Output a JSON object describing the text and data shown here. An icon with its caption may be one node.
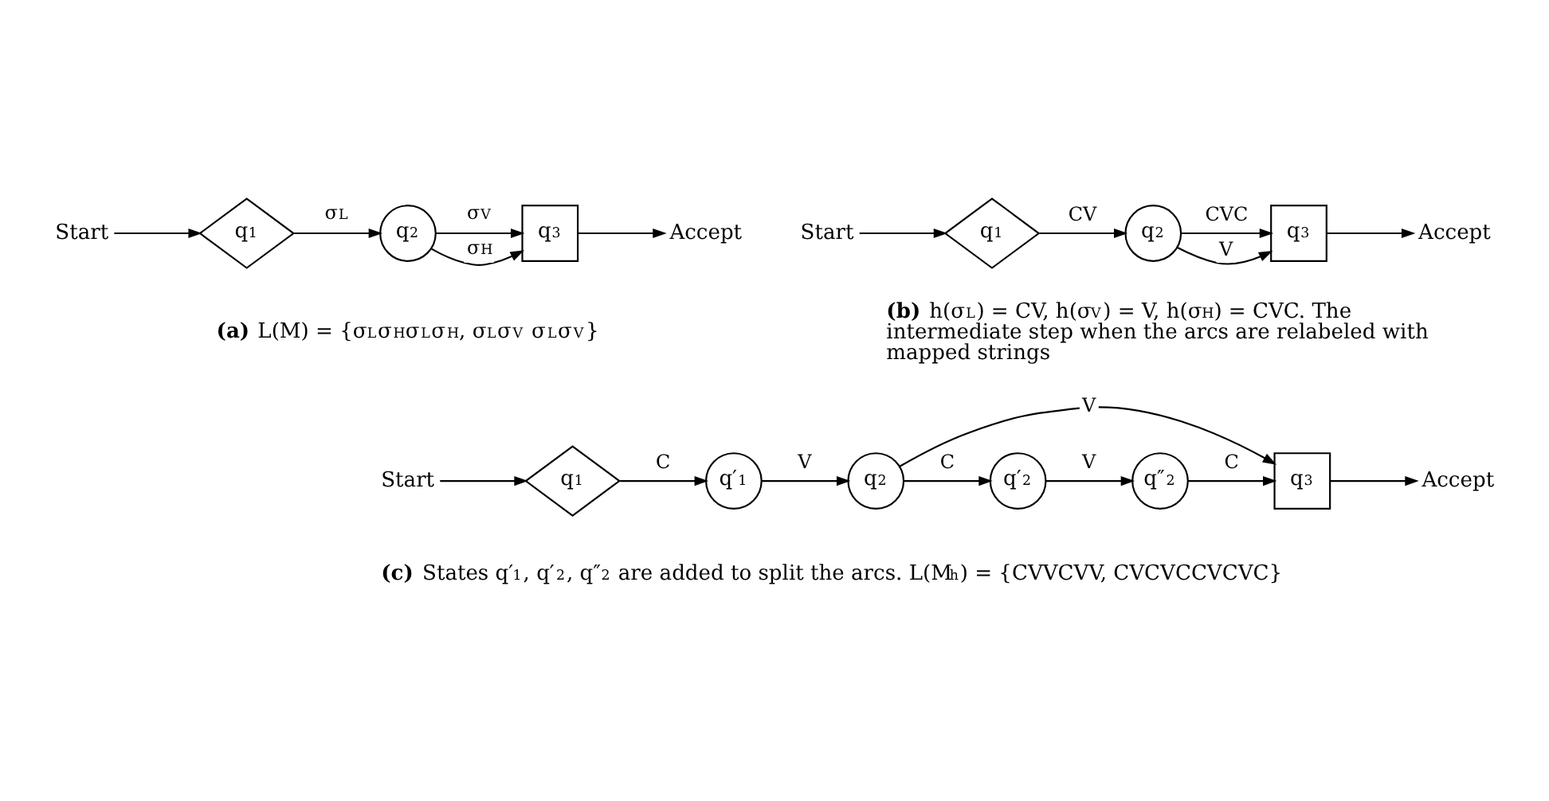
{
  "diagram": {
    "nodes": [
      {
        "text": [
          "Start"
        ]
      },
      {
        "text": [
          "q$_{1}$"
        ]
      },
      {
        "text": [
          "q$_{2}$"
        ]
      },
      {
        "text": [
          "q$_{3}$"
        ]
      },
      {
        "text": [
          "Accept"
        ]
      },
      {
        "text": [
          "Start"
        ]
      },
      {
        "text": [
          "q$_{1}$"
        ]
      },
      {
        "text": [
          "q$_{2}$"
        ]
      },
      {
        "text": [
          "q$_{3}$"
        ]
      },
      {
        "text": [
          "Accept"
        ]
      },
      {
        "text": [
          "Start"
        ]
      },
      {
        "text": [
          "q$_{1}$"
        ]
      },
      {
        "text": [
          "q′$_{1}$"
        ]
      },
      {
        "text": [
          "q$_{2}$"
        ]
      },
      {
        "text": [
          "q′$_{2}$"
        ]
      },
      {
        "text": [
          "q″$_{2}$"
        ]
      },
      {
        "text": [
          "q$_{3}$"
        ]
      },
      {
        "text": [
          "Accept"
        ]
      }
    ],
    "edges": [
      {
        "from": 0,
        "to": 1,
        "arrow": "to"
      },
      {
        "from": 1,
        "to": 2,
        "arrow": "to",
        "label": "σ$_{L}$"
      },
      {
        "from": 2,
        "to": 3,
        "arrow": "to",
        "label": "σ$_{V}$"
      },
      {
        "from": 2,
        "to": 3,
        "arrow": "to",
        "label": "σ$_{H}$"
      },
      {
        "from": 3,
        "to": 4,
        "arrow": "to"
      },
      {
        "from": 5,
        "to": 6,
        "arrow": "to"
      },
      {
        "from": 6,
        "to": 7,
        "arrow": "to",
        "label": "CV"
      },
      {
        "from": 7,
        "to": 8,
        "arrow": "to",
        "label": "V"
      },
      {
        "from": 7,
        "to": 8,
        "arrow": "to",
        "label": "CVC"
      },
      {
        "from": 8,
        "to": 9,
        "arrow": "to"
      },
      {
        "from": 10,
        "to": 11,
        "arrow": "to"
      },
      {
        "from": 11,
        "to": 12,
        "arrow": "to",
        "label": "C"
      },
      {
        "from": 12,
        "to": 13,
        "arrow": "to",
        "label": "V"
      },
      {
        "from": 13,
        "to": 16,
        "arrow": "to",
        "label": "V"
      },
      {
        "from": 13,
        "to": 14,
        "arrow": "to",
        "label": "C"
      },
      {
        "from": 14,
        "to": 15,
        "arrow": "to",
        "label": "V"
      },
      {
        "from": 15,
        "to": 16,
        "arrow": "to",
        "label": "C"
      },
      {
        "from": 16,
        "to": 17,
        "arrow": "to"
      }
    ],
    "labels": [
      "**(a)** L(M) = {σ$_{L}$σ$_{H}$σ$_{L}$σ$_{H}$, σ$_{L}$σ$_{V}$ σ$_{L}$σ$_{V}$}",
      "**(b)** h(σ$_{L}$) = CV, h(σ$_{V}$) = V, h(σ$_{H}$) = CVC. The intermediate step when the arcs are relabeled with mapped strings",
      "**(c)** States q′$_{1}$, q′$_{2}$, q″$_{2}$ are added to split the arcs. L(M$_{h}$) = {CVVCVV, CVCVCCVCVC}"
    ]
  }
}
